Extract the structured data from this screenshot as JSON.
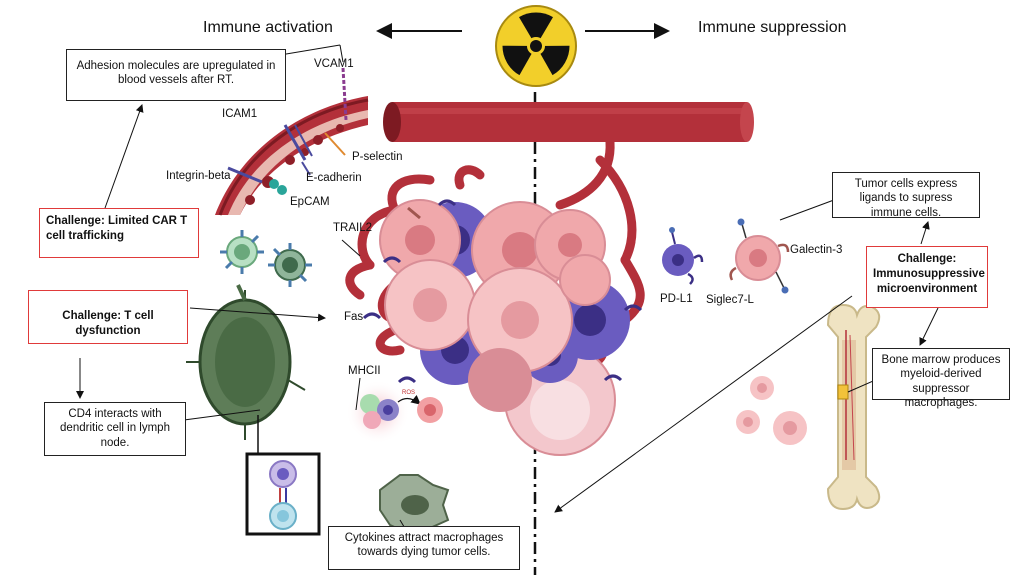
{
  "headings": {
    "left": "Immune activation",
    "right": "Immune suppression"
  },
  "challenges": {
    "car_t": "Challenge: Limited CAR T cell trafficking",
    "dysfunction": "Challenge: T cell dysfunction",
    "immuno": "Challenge: Immunosuppressive microenvironment"
  },
  "notes": {
    "adhesion": "Adhesion molecules are upregulated in blood vessels after RT.",
    "cd4": "CD4 interacts with dendritic cell in lymph node.",
    "cytokines": "Cytokines attract macrophages towards dying tumor cells.",
    "ligands": "Tumor cells express ligands to supress immune cells.",
    "bone_marrow": "Bone marrow produces myeloid-derived suppressor macrophages."
  },
  "molecules": {
    "vcam1": "VCAM1",
    "icam1": "ICAM1",
    "p_selectin": "P-selectin",
    "integrin": "Integrin-beta",
    "e_cadherin": "E-cadherin",
    "epcam": "EpCAM",
    "trailr2": "TRAIL2",
    "fas": "Fas",
    "mhcii": "MHCII",
    "ros": "ROS",
    "pdl1": "PD-L1",
    "siglec": "Siglec7-L",
    "galectin": "Galectin-3"
  },
  "colors": {
    "vessel": "#b3303a",
    "vessel_dark": "#7d1a22",
    "tumor_pink": "#f0a8ab",
    "tumor_purple": "#6a5cc0",
    "lymph": "#4a6b45",
    "challenge_border": "#e03a3a"
  },
  "icons": {
    "radiation": "radiation-icon"
  }
}
